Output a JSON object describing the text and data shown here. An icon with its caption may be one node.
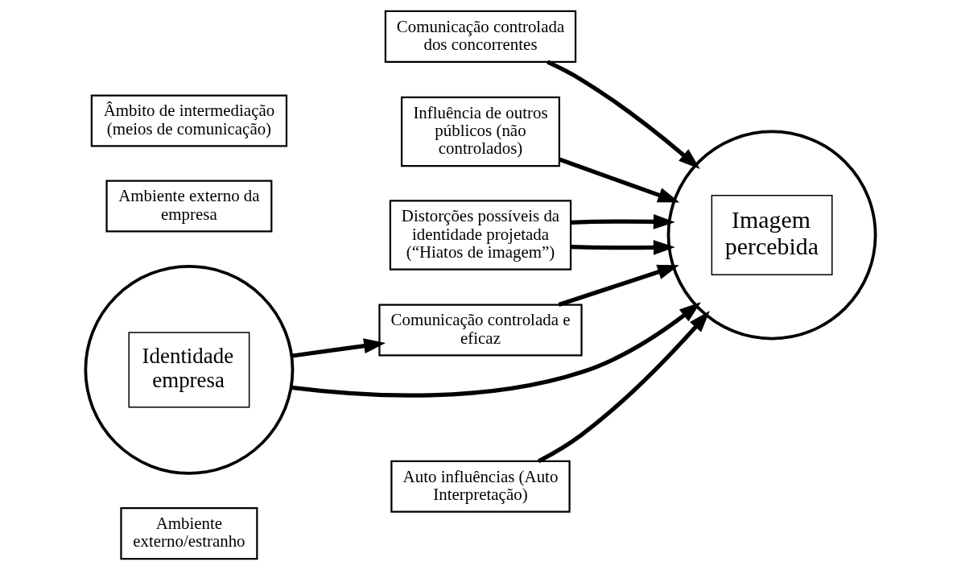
{
  "diagram": {
    "nodes": [
      {
        "text": [
          "Ambiente externo/estranho"
        ]
      },
      {
        "text": [
          "Comunicação controlada dos concorrentes"
        ]
      },
      {
        "text": [
          "Influência de outros públicos (não controlados)"
        ]
      },
      {
        "text": [
          "Distorções possíveis da identidade projetada (“Hiatos de imagem”)"
        ]
      },
      {
        "text": [
          "Identidade empresa"
        ]
      },
      {
        "text": [
          "Comunicação controlada e eficaz"
        ]
      },
      {
        "text": [
          "Imagem percebida"
        ]
      },
      {
        "text": [
          "Ambiente externo da empresa"
        ]
      },
      {
        "text": [
          "Âmbito de intermediação (meios de comunicação)"
        ]
      },
      {
        "text": [
          "Auto influências (Auto Interpretação)"
        ]
      }
    ],
    "edges": [
      {
        "from": 4,
        "to": 6,
        "arrow": "to"
      },
      {
        "from": 4,
        "to": 5,
        "arrow": "to"
      },
      {
        "from": 5,
        "to": 6,
        "arrow": "to"
      },
      {
        "from": 1,
        "to": 6,
        "arrow": "to"
      },
      {
        "from": 2,
        "to": 6,
        "arrow": "to"
      },
      {
        "from": 3,
        "to": 6,
        "arrow": "to"
      },
      {
        "from": 3,
        "to": 6,
        "arrow": "to"
      },
      {
        "from": 9,
        "to": 6,
        "arrow": "to"
      }
    ]
  }
}
